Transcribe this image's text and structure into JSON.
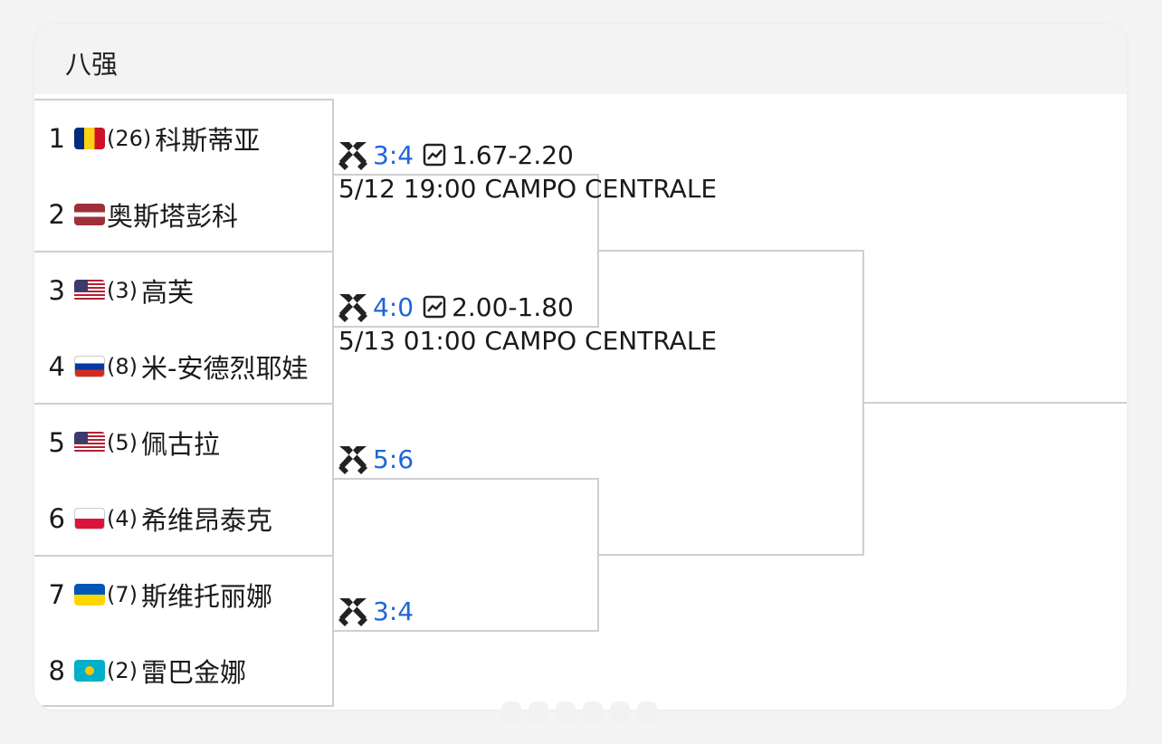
{
  "section": {
    "title": "八强"
  },
  "players": [
    {
      "seed": "1",
      "flag": "flag-ro",
      "rank": "(26)",
      "name": "科斯蒂亚"
    },
    {
      "seed": "2",
      "flag": "flag-lv",
      "rank": "",
      "name": "奥斯塔彭科"
    },
    {
      "seed": "3",
      "flag": "flag-us",
      "rank": "(3)",
      "name": "高芙"
    },
    {
      "seed": "4",
      "flag": "flag-ru",
      "rank": "(8)",
      "name": "米-安德烈耶娃"
    },
    {
      "seed": "5",
      "flag": "flag-us",
      "rank": "(5)",
      "name": "佩古拉"
    },
    {
      "seed": "6",
      "flag": "flag-pl",
      "rank": "(4)",
      "name": "希维昂泰克"
    },
    {
      "seed": "7",
      "flag": "flag-ua",
      "rank": "(7)",
      "name": "斯维托丽娜"
    },
    {
      "seed": "8",
      "flag": "flag-kz",
      "rank": "(2)",
      "name": "雷巴金娜"
    }
  ],
  "matches": [
    {
      "h2h": "3:4",
      "odds": "1.67-2.20",
      "schedule": "5/12 19:00 CAMPO CENTRALE"
    },
    {
      "h2h": "4:0",
      "odds": "2.00-1.80",
      "schedule": "5/13 01:00 CAMPO CENTRALE"
    },
    {
      "h2h": "5:6"
    },
    {
      "h2h": "3:4"
    }
  ],
  "icons": {
    "h2h": "crossed-swords-icon",
    "odds": "trend-chart-icon"
  },
  "colors": {
    "score": "#1e66d6",
    "line": "#cfcfcf"
  }
}
